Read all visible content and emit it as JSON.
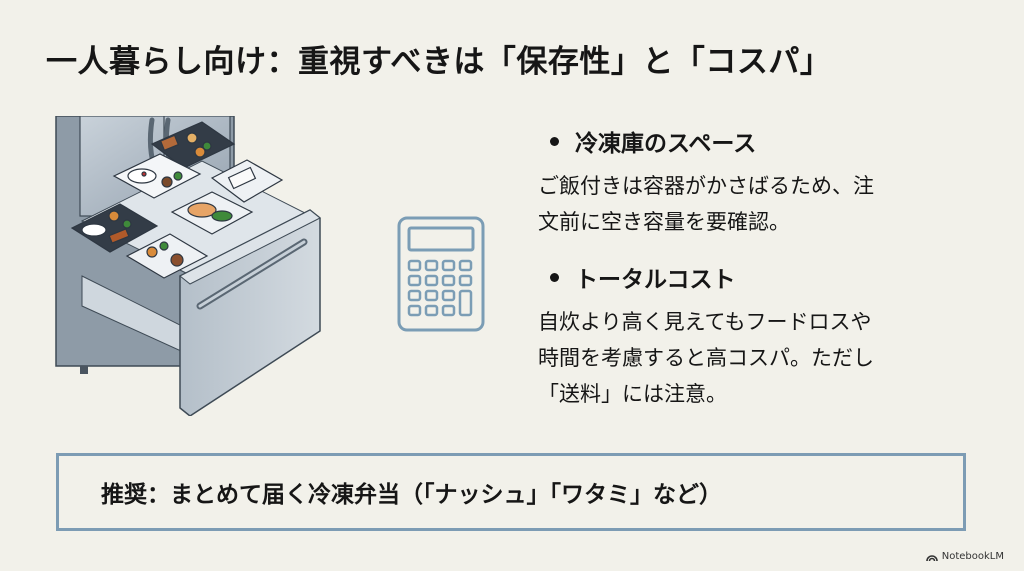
{
  "slide": {
    "title": "一人暮らし向け：重視すべきは「保存性」と「コスパ」",
    "illustration": {
      "subject": "fridge-freezer-drawer-with-bento",
      "alt": "冷凍庫の引き出しに並んだ冷凍弁当"
    },
    "icon": {
      "name": "calculator-icon",
      "stroke_color": "#7b9db5"
    },
    "bullets": [
      {
        "heading": "冷凍庫のスペース",
        "body": "ご飯付きは容器がかさばるため、注\n文前に空き容量を要確認。"
      },
      {
        "heading": "トータルコスト",
        "body": "自炊より高く見えてもフードロスや\n時間を考慮すると高コスパ。ただし\n「送料」には注意。"
      }
    ],
    "recommendation": {
      "text": "推奨：まとめて届く冷凍弁当（「ナッシュ」「ワタミ」など）",
      "border_color": "#7d9cb4"
    },
    "background_color": "#f2f1ea"
  },
  "branding": {
    "label": "NotebookLM"
  }
}
